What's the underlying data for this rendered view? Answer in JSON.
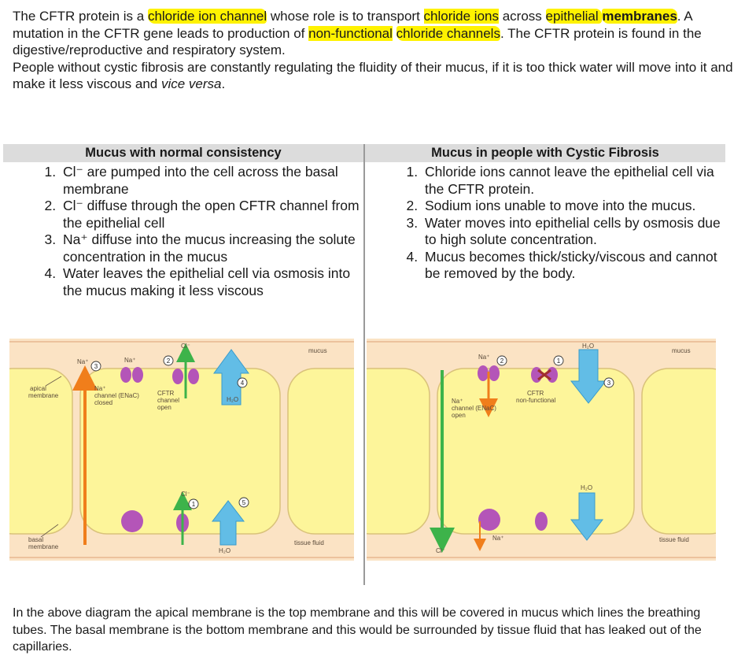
{
  "intro": {
    "p1_a": "The CFTR protein is a ",
    "p1_hl1": "chloride ion channel",
    "p1_b": " whose role is to transport ",
    "p1_hl2": "chloride ions",
    "p1_c": " across ",
    "p1_hl3": "epithelial ",
    "p1_hl3_bold": "membranes",
    "p1_d": ". A mutation in the CFTR gene leads to production of ",
    "p1_hl4": "non-functional",
    "p1_e": " ",
    "p1_hl5": "chloride channels",
    "p1_f": ". The CFTR protein is found in the digestive/reproductive and respiratory system.",
    "p2_a": "People without cystic fibrosis are constantly regulating the fluidity of their mucus, if it is too thick water will move into it and make it less viscous and ",
    "p2_italic": "vice versa",
    "p2_b": "."
  },
  "normal": {
    "heading": "Mucus with normal consistency",
    "steps": [
      "Cl⁻ are pumped into the cell across the basal membrane",
      "Cl⁻ diffuse through the open CFTR channel from the epithelial cell",
      "Na⁺ diffuse into the mucus increasing the solute concentration in the mucus",
      "Water leaves the epithelial cell via osmosis into the mucus making it less viscous"
    ],
    "diagram": {
      "mucus": "mucus",
      "tissue_fluid": "tissue fluid",
      "apical": [
        "apical",
        "membrane"
      ],
      "basal": [
        "basal",
        "membrane"
      ],
      "na": "Na⁺",
      "cl": "Cl⁻",
      "h2o": "H₂O",
      "enac": [
        "Na⁺",
        "channel (ENaC)",
        "closed"
      ],
      "cftr": [
        "CFTR",
        "channel",
        "open"
      ],
      "n1": "1",
      "n2": "2",
      "n3": "3",
      "n4": "4",
      "n5": "5"
    }
  },
  "cf": {
    "heading": "Mucus in people with Cystic Fibrosis",
    "steps": [
      "Chloride ions cannot leave the epithelial cell via the CFTR protein.",
      "Sodium ions unable to move into the mucus.",
      "Water moves into epithelial cells by osmosis due to high solute concentration.",
      "Mucus becomes thick/sticky/viscous and cannot be removed by the body."
    ],
    "diagram": {
      "mucus": "mucus",
      "tissue_fluid": "tissue fluid",
      "na": "Na⁺",
      "cl": "Cl⁻",
      "h2o": "H₂O",
      "enac": [
        "Na⁺",
        "channel (ENaC)",
        "open"
      ],
      "cftr": [
        "CFTR",
        "non-functional"
      ],
      "n1": "1",
      "n2": "2",
      "n3": "3"
    }
  },
  "outro": "In the above diagram the apical membrane is the top membrane and this will be covered in mucus which lines the breathing tubes. The basal membrane is the bottom membrane and this would be surrounded by tissue fluid that has leaked out of the capillaries.",
  "colors": {
    "highlight": "#fff200",
    "cytoplasm": "#fdf59a",
    "tissue": "#fbe3c4",
    "channel": "#b455b8",
    "water": "#62bde6",
    "sodium": "#f07e1b",
    "chloride": "#3db34a",
    "cftr_defect": "#a03030"
  }
}
